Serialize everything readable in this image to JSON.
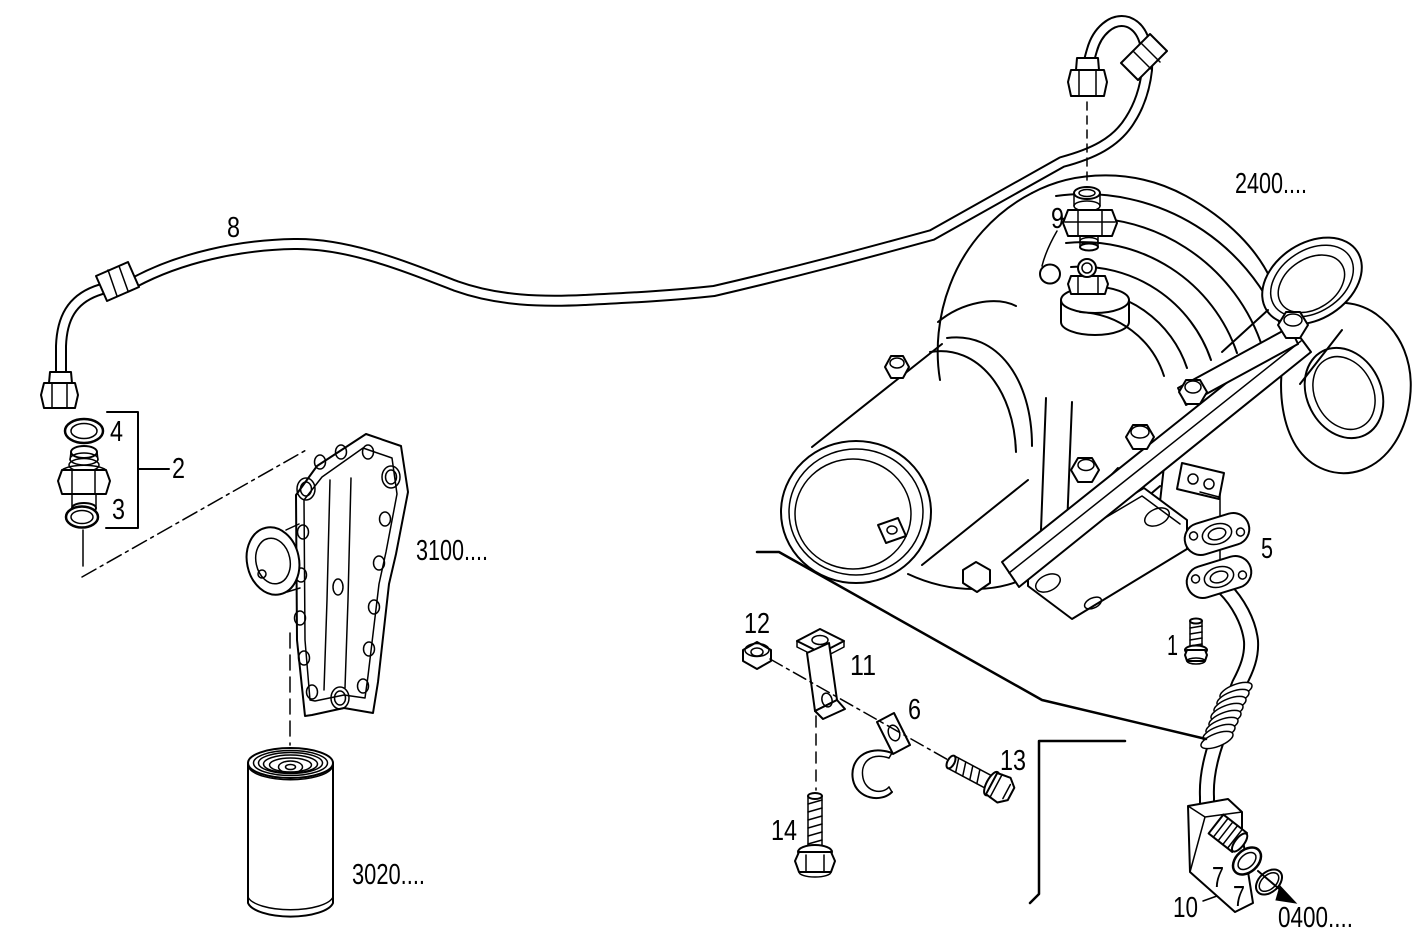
{
  "diagram_type": "exploded-parts-drawing",
  "subject": "turbocharger oil supply and drain lines with oil filter",
  "colors": {
    "background": "#ffffff",
    "line": "#000000"
  },
  "callouts": {
    "hose": "8",
    "fitting_upper": "9",
    "oring_upper": "4",
    "union_group": "2",
    "oring_lower": "3",
    "gaskets": "5",
    "bolt_small": "1",
    "nut": "12",
    "bracket": "11",
    "clamp": "6",
    "bolt_flanged": "13",
    "bolt_long": "14",
    "washer_a": "7",
    "washer_b": "7",
    "drain_pipe": "10"
  },
  "assembly_refs": {
    "turbocharger": "2400....",
    "filter_head": "3100....",
    "oil_filter": "3020....",
    "oil_sump_dir": "0400...."
  }
}
